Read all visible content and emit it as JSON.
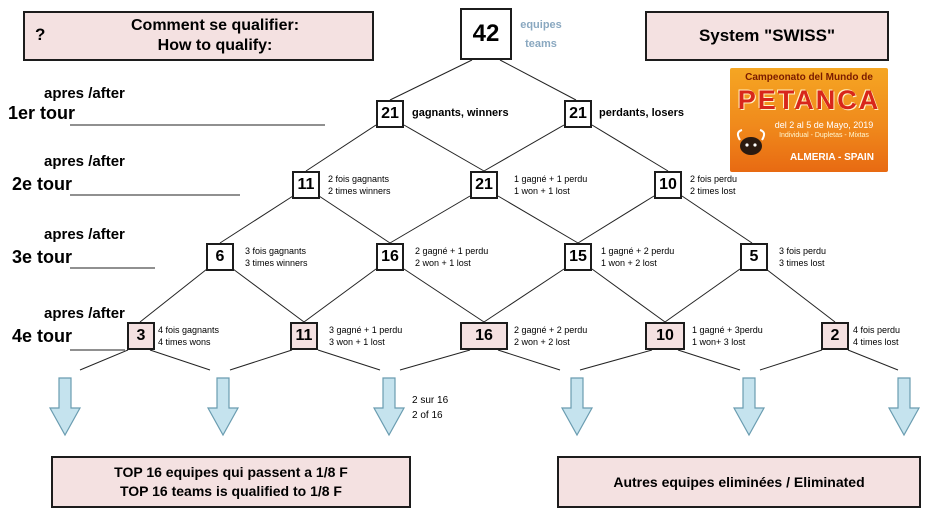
{
  "header": {
    "qmark": "?",
    "qualify_fr": "Comment se qualifier:",
    "qualify_en": "How to qualify:",
    "system": "System \"SWISS\""
  },
  "start": {
    "count": "42",
    "label_1": "equipes",
    "label_2": "teams"
  },
  "rounds": [
    {
      "after": "apres /after",
      "name": "1er tour"
    },
    {
      "after": "apres /after",
      "name": "2e tour"
    },
    {
      "after": "apres /after",
      "name": "3e tour"
    },
    {
      "after": "apres /after",
      "name": "4e tour"
    }
  ],
  "r1": [
    {
      "count": "21",
      "label_1": "gagnants, winners",
      "label_2": ""
    },
    {
      "count": "21",
      "label_1": "perdants, losers",
      "label_2": ""
    }
  ],
  "r2": [
    {
      "count": "11",
      "label_1": "2 fois gagnants",
      "label_2": "2 times winners"
    },
    {
      "count": "21",
      "label_1": "1 gagné + 1 perdu",
      "label_2": "1 won + 1 lost"
    },
    {
      "count": "10",
      "label_1": "2 fois perdu",
      "label_2": "2 times lost"
    }
  ],
  "r3": [
    {
      "count": "6",
      "label_1": "3 fois gagnants",
      "label_2": "3 times winners"
    },
    {
      "count": "16",
      "label_1": "2 gagné + 1 perdu",
      "label_2": "2 won + 1 lost"
    },
    {
      "count": "15",
      "label_1": "1 gagné + 2 perdu",
      "label_2": "1 won + 2 lost"
    },
    {
      "count": "5",
      "label_1": "3 fois perdu",
      "label_2": "3 times lost"
    }
  ],
  "r4": [
    {
      "count": "3",
      "label_1": "4 fois gagnants",
      "label_2": "4 times wons"
    },
    {
      "count": "11",
      "label_1": "3 gagné + 1 perdu",
      "label_2": "3 won + 1 lost"
    },
    {
      "count": "16",
      "label_1": "2 gagné + 2 perdu",
      "label_2": "2 won + 2 lost"
    },
    {
      "count": "10",
      "label_1": "1 gagné + 3perdu",
      "label_2": "1 won+ 3 lost"
    },
    {
      "count": "2",
      "label_1": "4 fois perdu",
      "label_2": "4 times lost"
    }
  ],
  "split_note": {
    "line_1": "2 sur 16",
    "line_2": "2 of 16"
  },
  "footer": {
    "top16_fr": "TOP 16 equipes qui passent a 1/8 F",
    "top16_en": "TOP 16 teams is qualified to 1/8 F",
    "eliminated": "Autres equipes eliminées / Eliminated"
  },
  "logo": {
    "line_1": "Campeonato del Mundo de",
    "line_2": "PETANCA",
    "line_3": "del 2 al 5 de Mayo, 2019",
    "line_4": "Individual - Dupletas - Mixtas",
    "line_5": "ALMERIA - SPAIN"
  },
  "colors": {
    "box_fill": "#f4e1e1",
    "arrow_fill": "#c5e3ee",
    "arrow_stroke": "#6a9cb0",
    "muted_label": "#8aa8c0",
    "line": "#222222"
  }
}
